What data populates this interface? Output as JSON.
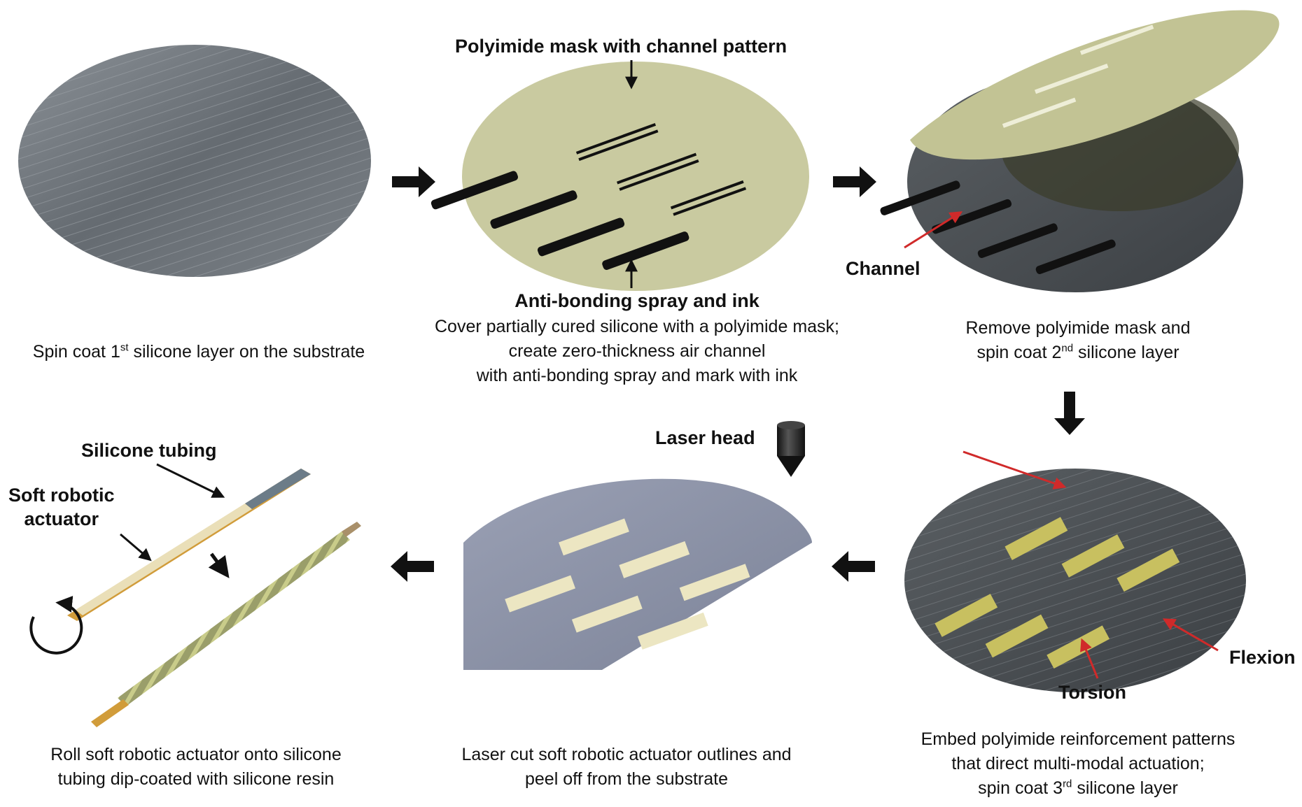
{
  "steps": [
    {
      "caption_main": "Spin coat 1",
      "caption_sup": "st",
      "caption_tail": " silicone layer on the substrate"
    },
    {
      "heading": "Anti-bonding spray and ink",
      "lines": [
        "Cover partially cured silicone with a polyimide mask;",
        "create zero-thickness air channel",
        "with anti-bonding spray and mark with ink"
      ]
    },
    {
      "line1": "Remove polyimide mask and",
      "line2_main": "spin coat 2",
      "line2_sup": "nd",
      "line2_tail": " silicone layer"
    },
    {
      "line1": "Embed polyimide reinforcement patterns",
      "line2": "that direct multi-modal actuation;",
      "line3_main": "spin coat 3",
      "line3_sup": "rd",
      "line3_tail": " silicone layer"
    },
    {
      "line1": "Laser cut soft robotic actuator outlines and",
      "line2": "peel off from the substrate"
    },
    {
      "line1": "Roll soft robotic actuator onto silicone",
      "line2": "tubing dip-coated with silicone resin"
    }
  ],
  "labels": {
    "polyimide_mask": "Polyimide mask with channel pattern",
    "channel": "Channel",
    "laser_head": "Laser head",
    "silicone_tubing": "Silicone tubing",
    "actuator_line1": "Soft robotic",
    "actuator_line2": "actuator",
    "flexion": "Flexion",
    "torsion": "Torsion"
  },
  "colors": {
    "silicone_gray": "#6b7177",
    "mask_khaki": "#c9caa0",
    "substrate_blue": "#8a91a6",
    "reinforcement_yellow": "#c8c060",
    "arrow_black": "#111111",
    "arrow_red": "#d02a2a"
  }
}
